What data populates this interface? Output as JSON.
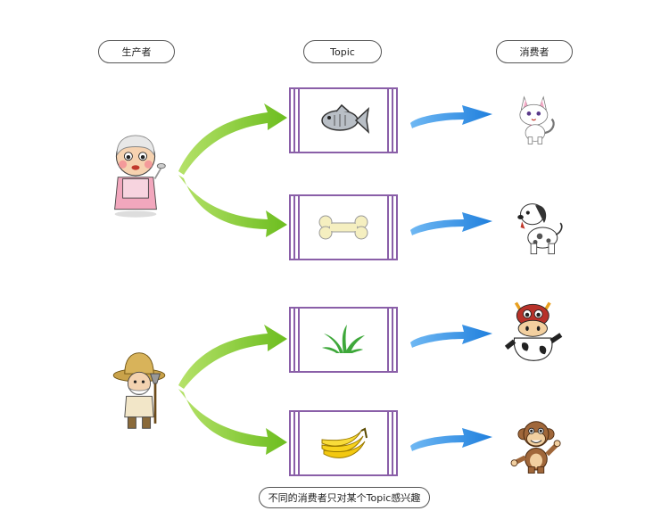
{
  "header": {
    "producer_label": "生产者",
    "topic_label": "Topic",
    "consumer_label": "消费者"
  },
  "caption": "不同的消费者只对某个Topic感兴趣",
  "producers": [
    {
      "name": "chef-producer",
      "icon": "chef-icon"
    },
    {
      "name": "farmer-producer",
      "icon": "farmer-icon"
    }
  ],
  "topics": [
    {
      "item": "fish",
      "icon": "fish-icon",
      "consumer": "cat",
      "consumer_icon": "cat-icon"
    },
    {
      "item": "bone",
      "icon": "bone-icon",
      "consumer": "dog",
      "consumer_icon": "dog-icon"
    },
    {
      "item": "grass",
      "icon": "grass-icon",
      "consumer": "cow",
      "consumer_icon": "cow-icon"
    },
    {
      "item": "banana",
      "icon": "banana-icon",
      "consumer": "monkey",
      "consumer_icon": "monkey-icon"
    }
  ],
  "colors": {
    "topic_frame": "#8a5fa8",
    "green_arrow": "#7ec82e",
    "blue_arrow": "#2a86e0"
  }
}
